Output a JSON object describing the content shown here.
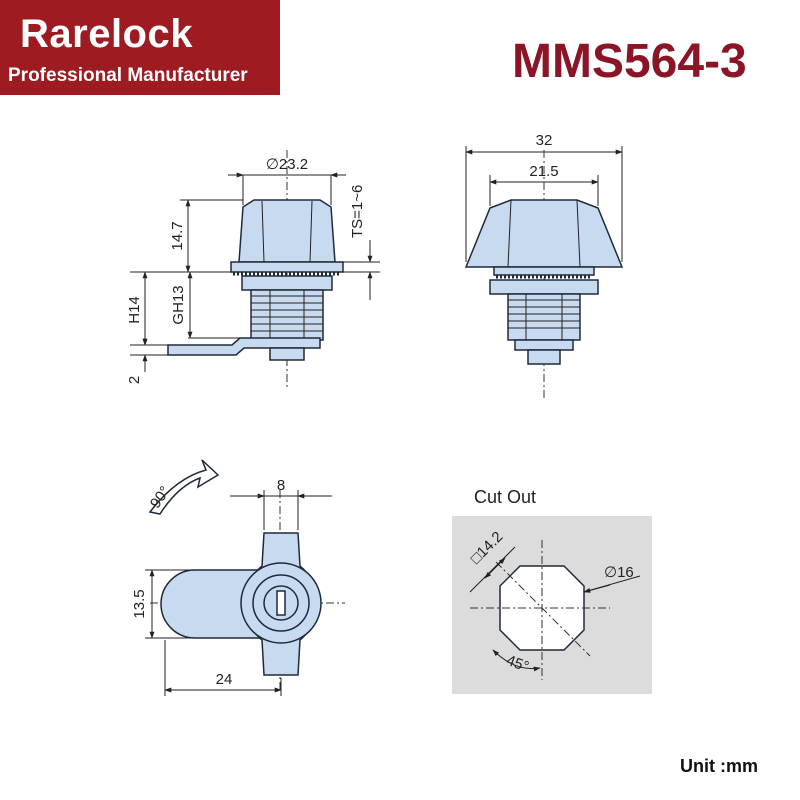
{
  "brand": {
    "name": "Rarelock",
    "tagline": "Professional Manufacturer"
  },
  "model": "MMS564-3",
  "unit": "Unit :mm",
  "dimensions": {
    "front": {
      "diameter": "∅23.2",
      "ts": "TS=1~6",
      "height_top": "14.7",
      "h": "H14",
      "gh": "GH13",
      "bottom": "2"
    },
    "side": {
      "outer": "32",
      "inner": "21.5"
    },
    "bottom": {
      "rotation": "90°",
      "width": "8",
      "height": "13.5",
      "length": "24"
    },
    "cutout": {
      "title": "Cut Out",
      "square": "□14.2",
      "diameter": "∅16",
      "angle": "45°"
    }
  },
  "colors": {
    "brand_bg": "#9e1b22",
    "model_text": "#8b1527",
    "part_fill": "#c8daf0",
    "cutout_bg": "#dcdcdc"
  }
}
